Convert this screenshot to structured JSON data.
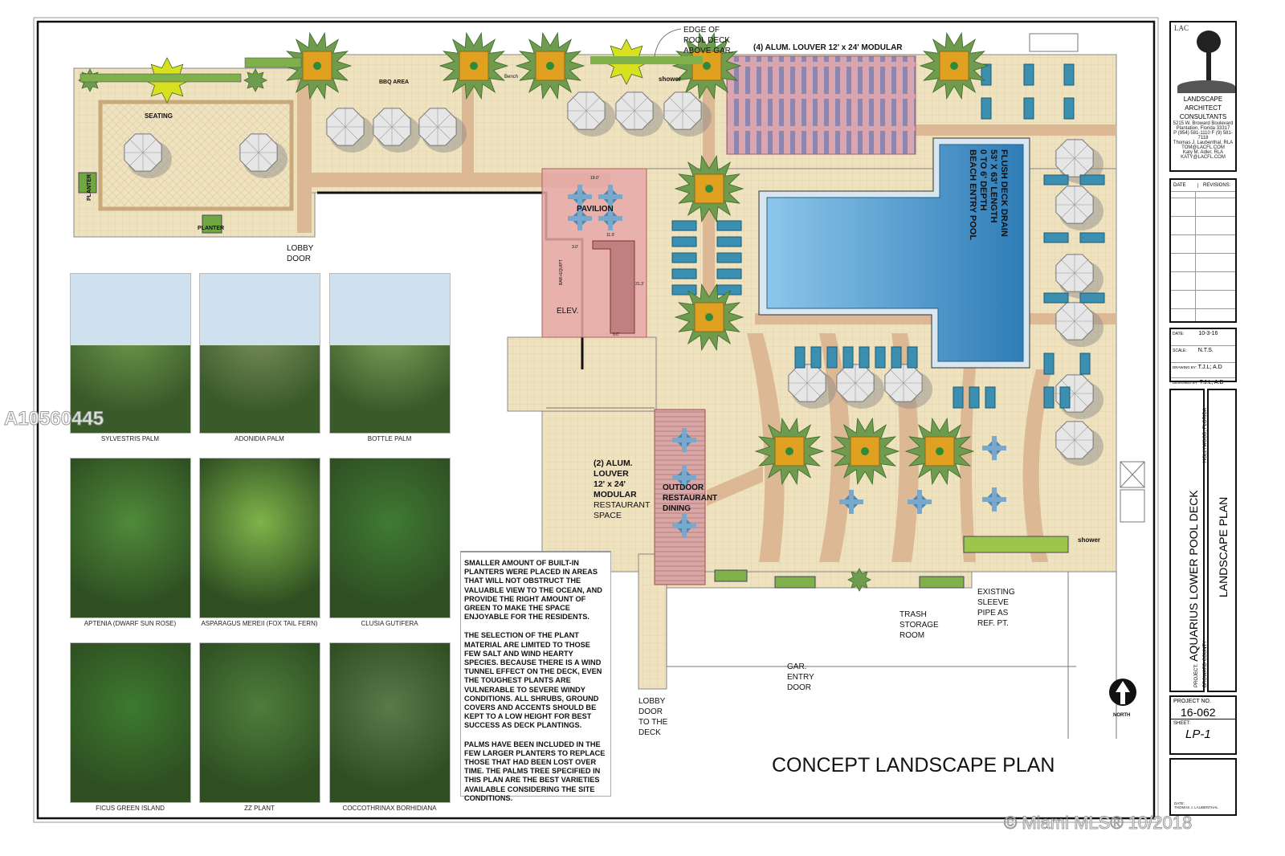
{
  "drawing": {
    "title": "CONCEPT LANDSCAPE  PLAN",
    "watermark_id": "A10560445",
    "copyright": "© Miami MLS® 10/2018"
  },
  "plan_labels": {
    "seating": "SEATING",
    "planter_1": "PLANTER",
    "planter_2": "PLANTER",
    "bbq_area": "BBQ AREA",
    "bench": "Bench",
    "shower_top": "shower",
    "shower_bottom": "shower",
    "edge_pool_deck": [
      "EDGE OF",
      "POOL DECK",
      "ABOVE GAR."
    ],
    "louver_4": "(4) ALUM. LOUVER 12' x 24' MODULAR",
    "pavilion": "PAVILION",
    "bar_equip": "BAR+EQUIPT",
    "elev": "ELEV.",
    "lobby_door": [
      "LOBBY",
      "DOOR"
    ],
    "pool": [
      "BEACH ENTRY POOL",
      "0 TO 6' DEPTH",
      "53' X 63' LENGTH",
      "FLUSH DECK DRAIN"
    ],
    "louver_2": [
      "(2) ALUM.",
      "LOUVER",
      "12' x 24'",
      "MODULAR"
    ],
    "restaurant_space": [
      "RESTAURANT",
      "SPACE"
    ],
    "outdoor_dining": [
      "OUTDOOR",
      "RESTAURANT",
      "DINING"
    ],
    "existing_sleeve": [
      "EXISTING",
      "SLEEVE",
      "PIPE AS",
      "REF. PT."
    ],
    "trash_room": [
      "TRASH",
      "STORAGE",
      "ROOM"
    ],
    "gar_entry": [
      "GAR.",
      "ENTRY",
      "DOOR"
    ],
    "lobby_door_deck": [
      "LOBBY",
      "DOOR",
      "TO THE",
      "DECK"
    ],
    "north": "NORTH",
    "dims": {
      "d19": "19.0'",
      "d11": "11.0'",
      "d3": "3.0'",
      "d31": "31.3'",
      "d9": "9.0'"
    }
  },
  "plant_photos": [
    {
      "caption": "SYLVESTRIS  PALM",
      "color": "#6f9a4c"
    },
    {
      "caption": "ADONIDIA  PALM",
      "color": "#7a8f5a"
    },
    {
      "caption": "BOTTLE  PALM",
      "color": "#7ea35a"
    },
    {
      "caption": "APTENIA (DWARF SUN ROSE)",
      "color": "#4f8a3a"
    },
    {
      "caption": "ASPARAGUS MEREII (FOX TAIL FERN)",
      "color": "#7fb34a"
    },
    {
      "caption": "CLUSIA GUTIFERA",
      "color": "#3f7a34"
    },
    {
      "caption": "FICUS GREEN ISLAND",
      "color": "#3c7a2e"
    },
    {
      "caption": "ZZ PLANT",
      "color": "#4e7d3c"
    },
    {
      "caption": "COCCOTHRINAX BORHIDIANA",
      "color": "#5b7a4a"
    }
  ],
  "notes": [
    "SMALLER AMOUNT OF BUILT-IN PLANTERS WERE PLACED IN AREAS THAT WILL NOT OBSTRUCT THE VALUABLE VIEW TO THE OCEAN, AND PROVIDE THE RIGHT AMOUNT OF GREEN TO MAKE THE SPACE ENJOYABLE FOR THE RESIDENTS.",
    "THE SELECTION OF THE PLANT MATERIAL ARE LIMITED TO THOSE FEW SALT AND WIND HEARTY SPECIES.   BECAUSE THERE IS A WIND TUNNEL EFFECT ON THE DECK, EVEN THE TOUGHEST PLANTS ARE VULNERABLE TO SEVERE WINDY CONDITIONS.   ALL SHRUBS, GROUND COVERS AND ACCENTS SHOULD BE KEPT TO A LOW HEIGHT FOR BEST SUCCESS AS DECK PLANTINGS.",
    "PALMS HAVE BEEN INCLUDED IN THE FEW LARGER PLANTERS TO REPLACE THOSE THAT HAD BEEN LOST OVER TIME.   THE PALMS TREE SPECIFIED IN THIS PLAN ARE THE BEST VARIETIES AVAILABLE CONSIDERING THE SITE CONDITIONS."
  ],
  "title_block": {
    "logo_text": "LAC",
    "firm": [
      "LANDSCAPE",
      "ARCHITECT",
      "CONSULTANTS"
    ],
    "address": [
      "5215 W. Broward Boulevard",
      "Plantation, Florida 33317",
      "P (954) 581-1110  F (9) 581-7118"
    ],
    "architect_1": [
      "Thomas J. Laubenthal, RLA",
      "TOM@LACFL.COM"
    ],
    "architect_2": [
      "Katy M. Adler, RLA",
      "KATY@LACFL.COM"
    ],
    "revisions_headers": [
      "DATE",
      "REVISIONS:"
    ],
    "date_label": "DATE:",
    "date_value": "10-3-16",
    "scale_label": "SCALE:",
    "scale_value": "N.T.S.",
    "drawing_by_label": "DRAWING BY:",
    "drawing_by_value": "T.J.L; A.D",
    "designed_by_label": "DESIGNED BY:",
    "designed_by_value": "T.J.L; A.D",
    "project_label": "PROJECT:",
    "project_name": "AQUARIUS LOWER POOL DECK",
    "location": "HOLLYWOOD, FLORIDA",
    "county": "BROWARD COUNTY",
    "sheet_title": "LANDSCAPE  PLAN",
    "project_no_label": "PROJECT NO.",
    "project_no": "16-062",
    "sheet_label": "SHEET:",
    "sheet_no": "LP-1",
    "seal_lines": [
      "DATE:",
      "THOMAS J. LAUBENTHAL"
    ]
  },
  "colors": {
    "deck": "#efe2bf",
    "path": "#dcb994",
    "pool": "#3f8cc4",
    "louver": "#dba9b3",
    "palm": "#6e9b4e",
    "planter": "#e0a020"
  }
}
